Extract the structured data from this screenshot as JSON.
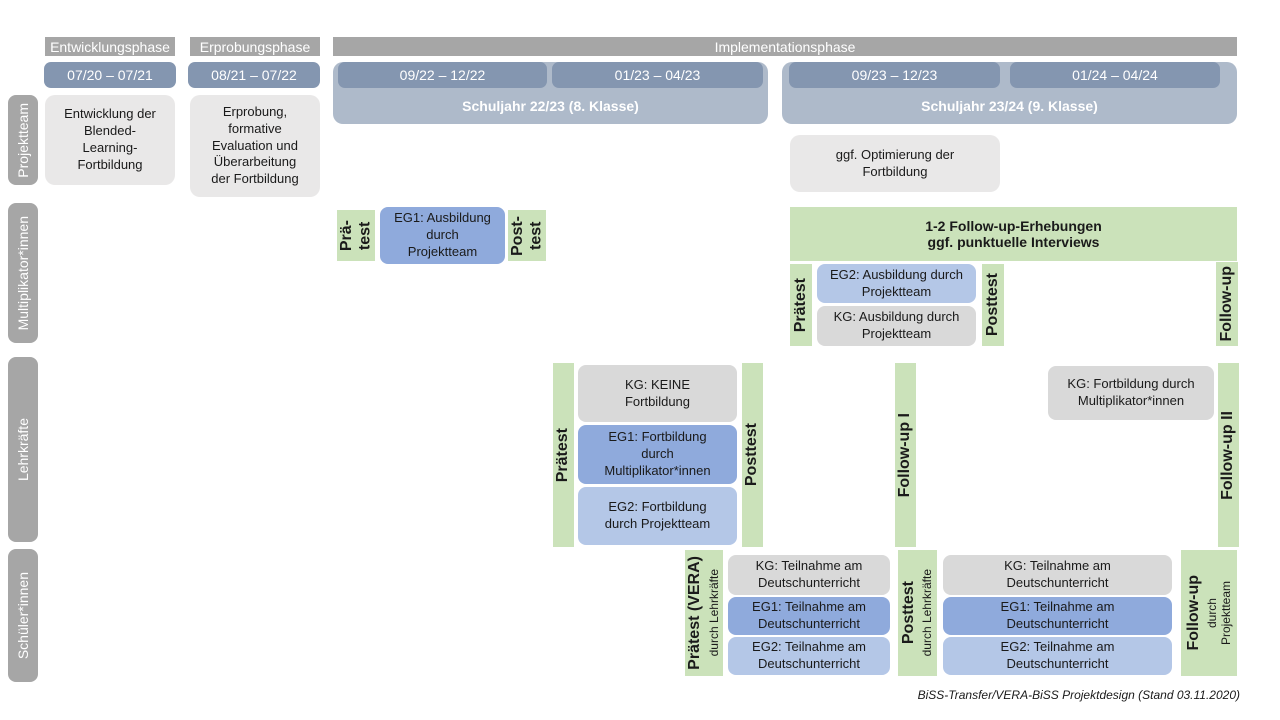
{
  "phases": {
    "p1": "Entwicklungsphase",
    "p2": "Erprobungsphase",
    "p3": "Implementationsphase"
  },
  "dates": {
    "d1": "07/20 – 07/21",
    "d2": "08/21 – 07/22",
    "d3": "09/22 – 12/22",
    "d4": "01/23 – 04/23",
    "d5": "09/23 – 12/23",
    "d6": "01/24 – 04/24"
  },
  "schuljahre": {
    "s1": "Schuljahr 22/23 (8. Klasse)",
    "s2": "Schuljahr 23/24 (9. Klasse)"
  },
  "row_labels": {
    "projektteam": "Projektteam",
    "multiplikatoren": "Multiplikator*innen",
    "lehrkraefte": "Lehrkräfte",
    "schueler": "Schüler*innen"
  },
  "projektteam": {
    "entwicklung": "Entwicklung der\nBlended-\nLearning-\nFortbildung",
    "erprobung": "Erprobung,\nformative\nEvaluation und\nÜberarbeitung\nder Fortbildung",
    "optimierung": "ggf. Optimierung der\nFortbildung"
  },
  "multiplikatoren": {
    "praetest_small": "Prä-\ntest",
    "eg1": "EG1: Ausbildung\ndurch\nProjektteam",
    "posttest_small": "Post-\ntest",
    "followup_banner": "1-2 Follow-up-Erhebungen\nggf. punktuelle Interviews",
    "praetest": "Prätest",
    "eg2": "EG2: Ausbildung durch\nProjektteam",
    "kg": "KG: Ausbildung durch\nProjektteam",
    "posttest": "Posttest",
    "followup": "Follow-up"
  },
  "lehrkraefte": {
    "praetest": "Prätest",
    "kg_keine": "KG: KEINE\nFortbildung",
    "eg1": "EG1: Fortbildung\ndurch\nMultiplikator*innen",
    "eg2": "EG2: Fortbildung\ndurch Projektteam",
    "posttest": "Posttest",
    "followup1": "Follow-up I",
    "kg_fortbildung": "KG: Fortbildung durch\nMultiplikator*innen",
    "followup2": "Follow-up II"
  },
  "schueler": {
    "praetest_main": "Prätest (VERA)",
    "praetest_sub": "durch Lehrkräfte",
    "kg1": "KG: Teilnahme am\nDeutschunterricht",
    "eg1a": "EG1: Teilnahme am\nDeutschunterricht",
    "eg2a": "EG2: Teilnahme am\nDeutschunterricht",
    "posttest_main": "Posttest",
    "posttest_sub": "durch Lehrkräfte",
    "kg2": "KG: Teilnahme am\nDeutschunterricht",
    "eg1b": "EG1: Teilnahme am\nDeutschunterricht",
    "eg2b": "EG2: Teilnahme am\nDeutschunterricht",
    "followup_main": "Follow-up",
    "followup_sub": "durch\nProjektteam"
  },
  "footer": {
    "caption": "BiSS-Transfer/VERA-BiSS Projektdesign (Stand 03.11.2020)"
  },
  "colors": {
    "phase_gray": "#a6a6a6",
    "date_blue": "#8496b0",
    "band_blue": "#aebaca",
    "green": "#cbe2ba",
    "eg1_blue": "#8faadc",
    "eg2_blue": "#b4c7e7",
    "kg_gray": "#d9d9d9",
    "box_gray": "#e9e8e8"
  }
}
